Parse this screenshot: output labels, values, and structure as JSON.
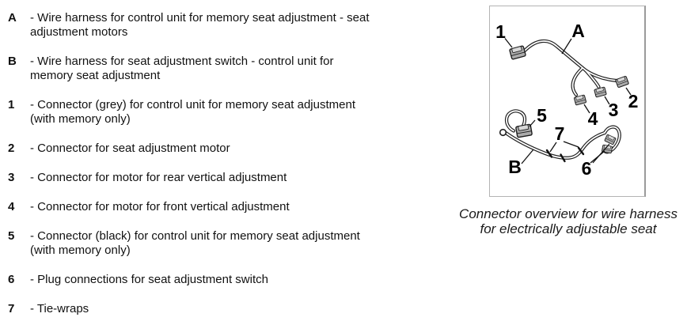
{
  "colors": {
    "paper": "#ffffff",
    "ink": "#111111",
    "box-border": "#b4b4b4",
    "box-border-right": "#9a9a9a",
    "wire-outline": "#222222",
    "connector-fill": "#ababab",
    "connector-top": "#d8d8d8"
  },
  "legend": {
    "items": [
      {
        "key": "A",
        "text": "- Wire harness for control unit for memory seat adjustment - seat\nadjustment motors"
      },
      {
        "key": "B",
        "text": "- Wire harness for seat adjustment switch - control unit for\nmemory seat adjustment"
      },
      {
        "key": "1",
        "text": "- Connector (grey) for control unit for memory seat adjustment\n(with memory only)"
      },
      {
        "key": "2",
        "text": "- Connector for seat adjustment motor"
      },
      {
        "key": "3",
        "text": "- Connector for motor for rear vertical adjustment"
      },
      {
        "key": "4",
        "text": "- Connector for motor for front vertical adjustment"
      },
      {
        "key": "5",
        "text": "- Connector (black) for control unit for memory seat adjustment\n(with memory only)"
      },
      {
        "key": "6",
        "text": "- Plug connections for seat adjustment switch"
      },
      {
        "key": "7",
        "text": "- Tie-wraps"
      }
    ]
  },
  "figure": {
    "caption": "Connector overview for wire harness\nfor electrically adjustable seat",
    "labels": {
      "A": "A",
      "B": "B",
      "1": "1",
      "2": "2",
      "3": "3",
      "4": "4",
      "5": "5",
      "6": "6",
      "7": "7"
    }
  }
}
